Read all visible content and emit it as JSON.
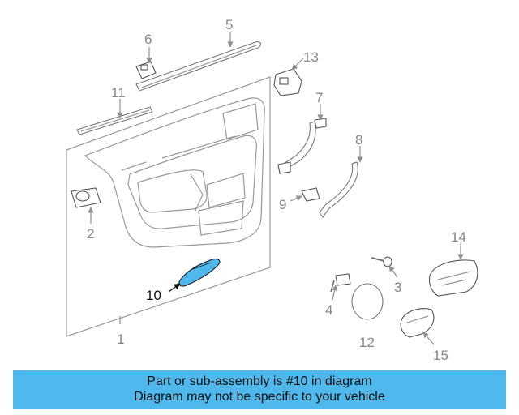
{
  "diagram": {
    "highlight_color": "#4fb8ec",
    "highlighted_part": "10",
    "callouts": [
      "1",
      "2",
      "3",
      "4",
      "5",
      "6",
      "7",
      "8",
      "9",
      "10",
      "11",
      "12",
      "13",
      "14",
      "15"
    ]
  },
  "banner": {
    "line1": "Part or sub-assembly is #10 in diagram",
    "line2": "Diagram may not be specific to your vehicle",
    "background": "#4fb8ec"
  }
}
